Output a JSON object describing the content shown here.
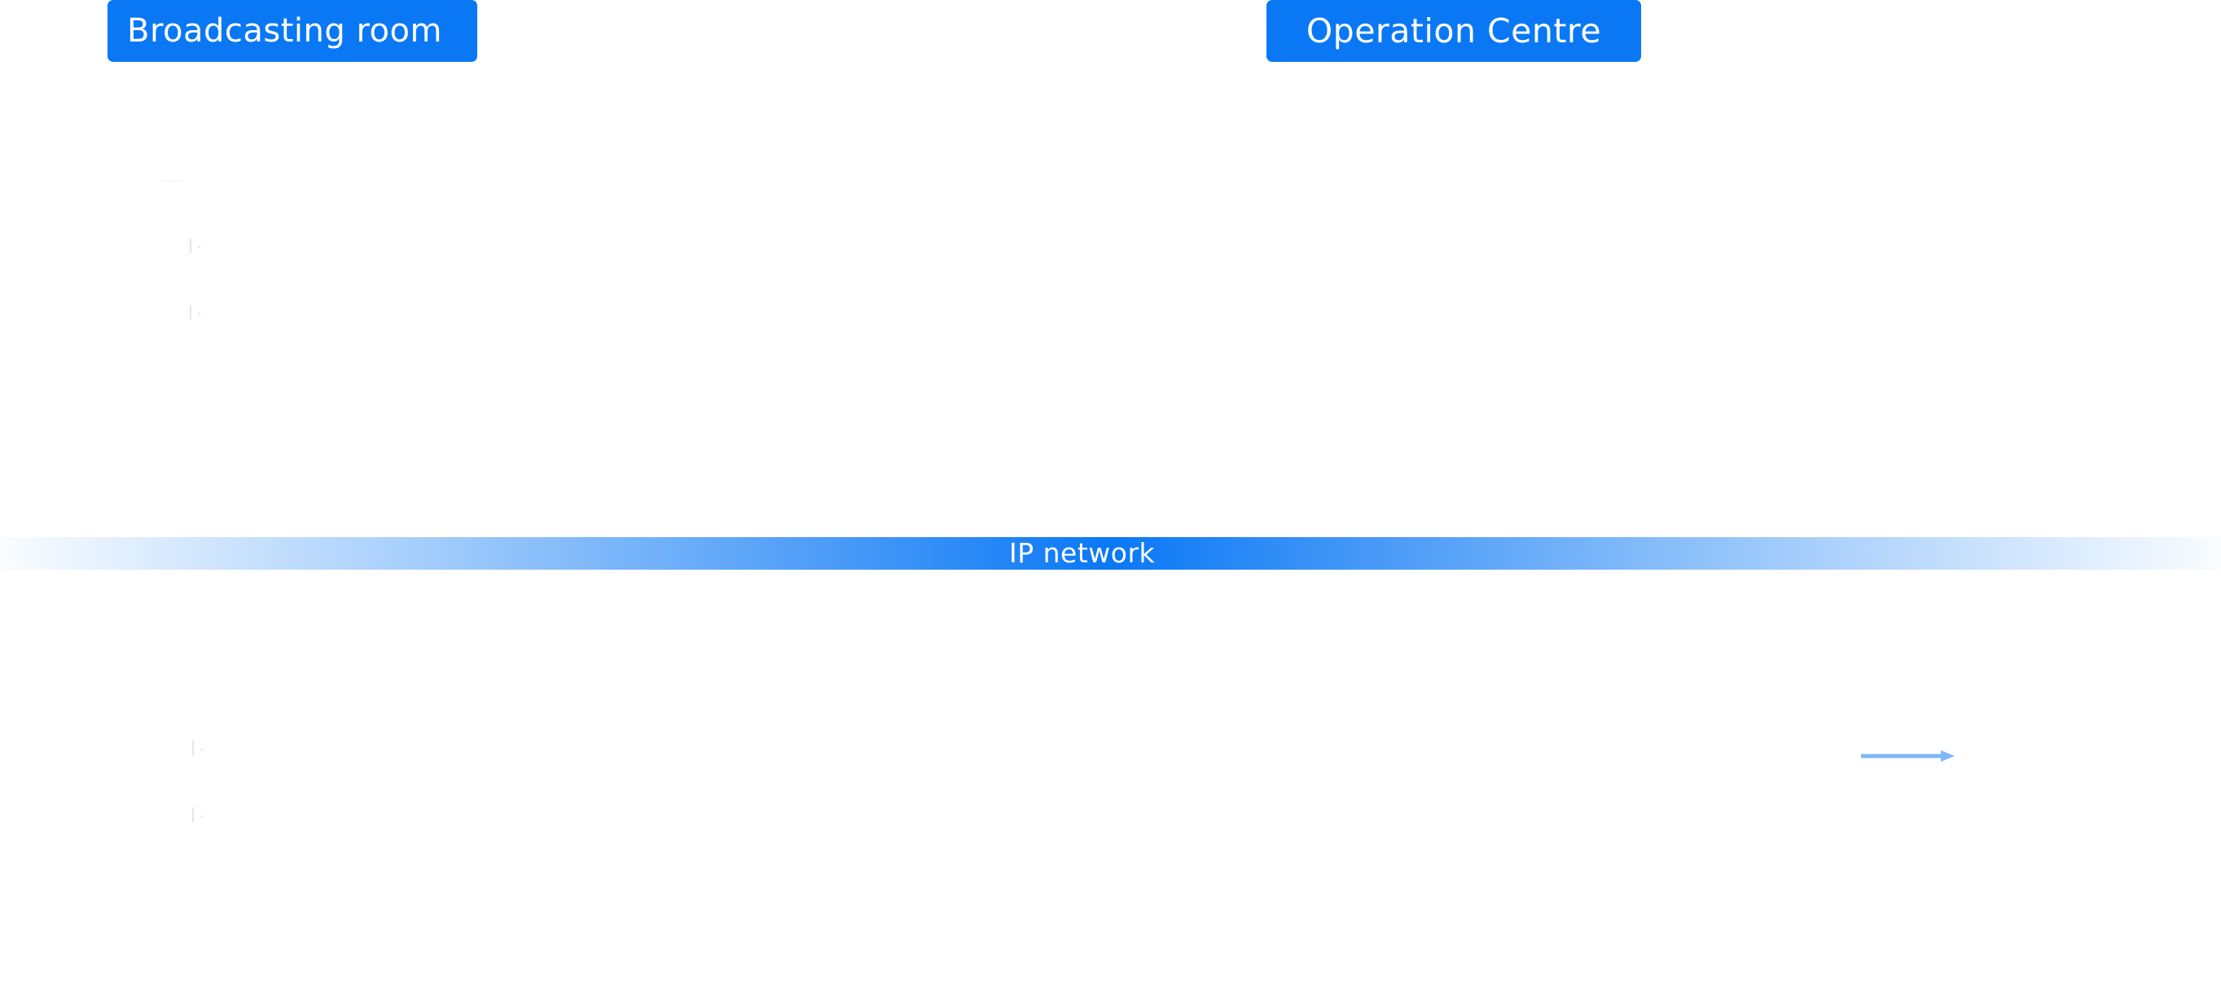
{
  "diagram": {
    "broadcasting_room_label": "Broadcasting room",
    "operation_centre_label": "Operation Centre",
    "network_label": "IP network",
    "colors": {
      "accent": "#0a78f5",
      "arrow": "#7fb8f5",
      "label_text": "#ffffff"
    }
  }
}
